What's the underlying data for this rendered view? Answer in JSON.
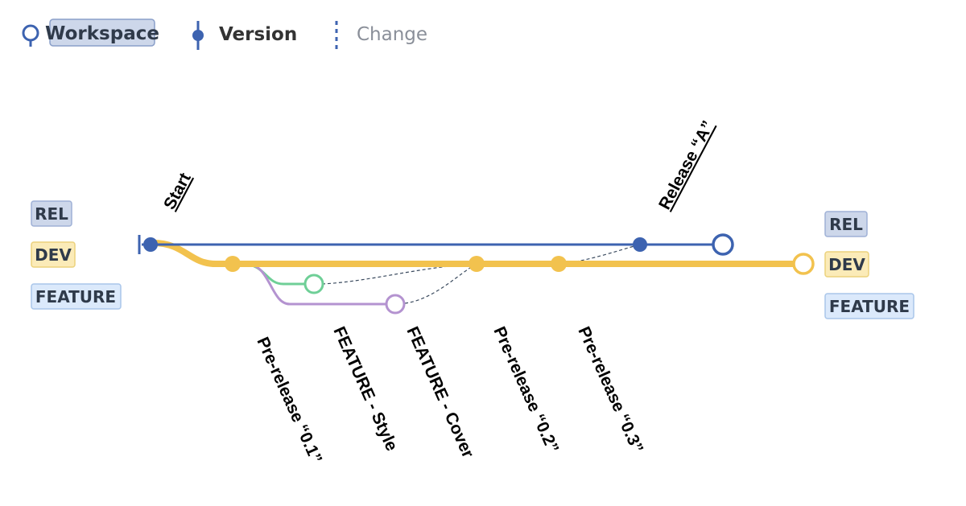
{
  "legend": {
    "workspace_label": "Workspace",
    "version_label": "Version",
    "change_label": "Change",
    "workspace_icon": "hollow-circle-pin-icon",
    "version_icon": "filled-dot-pin-icon",
    "change_icon": "dashed-line-icon"
  },
  "lanes_left": [
    "REL",
    "DEV",
    "FEATURE"
  ],
  "lanes_right": [
    "REL",
    "DEV",
    "FEATURE"
  ],
  "annotations": {
    "start": "Start",
    "release_a": "Release “A”",
    "pre_01": "Pre-release “0.1”",
    "feature_style": "FEATURE - Style",
    "feature_cover": "FEATURE - Cover",
    "pre_02": "Pre-release “0.2”",
    "pre_03": "Pre-release “0.3”"
  },
  "colors": {
    "rel": "#3d63b0",
    "dev": "#f2c24e",
    "feature_style": "#6fcf97",
    "feature_cover": "#b493d0",
    "rel_label_bg": "#cdd7ea",
    "dev_label_bg": "#fbebb8",
    "feature_label_bg": "#dbe9fb",
    "dashed": "#3a4a5e"
  }
}
